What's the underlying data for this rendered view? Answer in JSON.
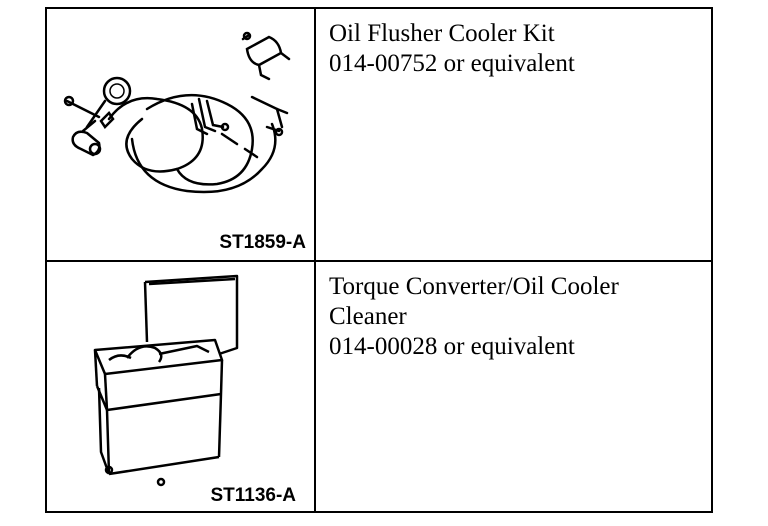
{
  "tools": [
    {
      "figure_id": "ST1859-A",
      "description_lines": [
        "Oil Flusher Cooler Kit",
        "014-00752 or equivalent"
      ],
      "illustration": "oil-flusher-kit-icon"
    },
    {
      "figure_id": "ST1136-A",
      "description_lines": [
        "Torque Converter/Oil Cooler",
        "Cleaner",
        "014-00028 or equivalent"
      ],
      "illustration": "cooler-cleaner-tank-icon"
    }
  ]
}
